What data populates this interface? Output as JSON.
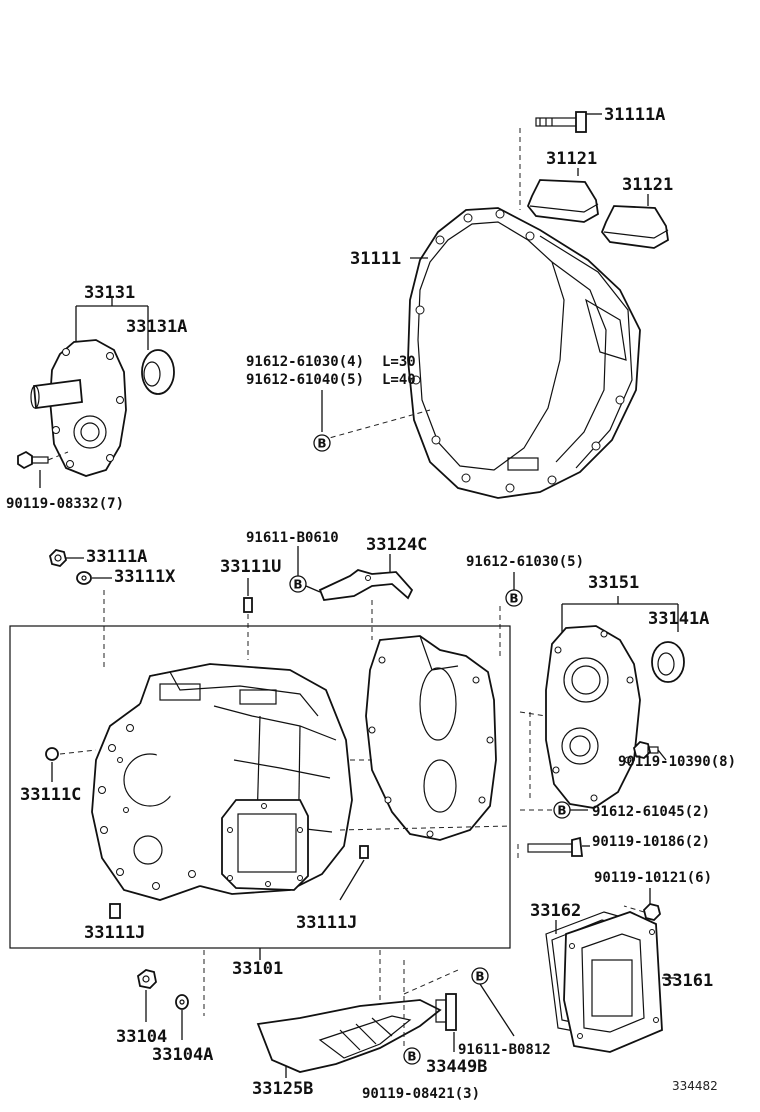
{
  "ref_id": "334482",
  "labels": {
    "p31111A": "31111A",
    "p31121a": "31121",
    "p31121b": "31121",
    "p31111": "31111",
    "p33131": "33131",
    "p33131A": "33131A",
    "b91612_61030_4": "91612-61030(4)",
    "b91612_61040_5": "91612-61040(5)",
    "l30": "L=30",
    "l40": "L=40",
    "b90119_08332": "90119-08332(7)",
    "b91611_B0610": "91611-B0610",
    "p33124C": "33124C",
    "p33111A": "33111A",
    "p33111X": "33111X",
    "p33111U": "33111U",
    "b91612_61030_5": "91612-61030(5)",
    "p33151": "33151",
    "p33141A": "33141A",
    "b90119_10390": "90119-10390(8)",
    "p33111C": "33111C",
    "b91612_61045": "91612-61045(2)",
    "b90119_10186": "90119-10186(2)",
    "b90119_10121": "90119-10121(6)",
    "p33162": "33162",
    "p33161": "33161",
    "p33111J_a": "33111J",
    "p33111J_b": "33111J",
    "p33101": "33101",
    "p33104": "33104",
    "p33104A": "33104A",
    "p33125B": "33125B",
    "p33449B": "33449B",
    "b91611_B0812": "91611-B0812",
    "b90119_08421": "90119-08421(3)"
  },
  "bolt_marker": "B"
}
